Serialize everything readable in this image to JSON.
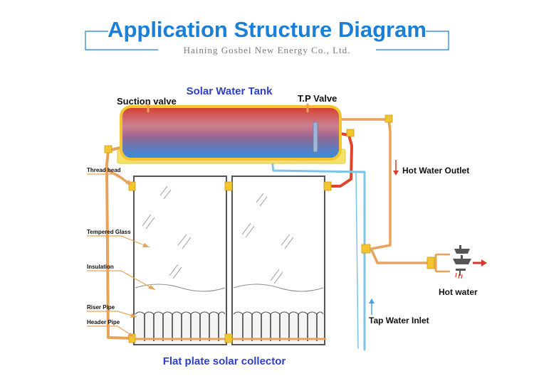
{
  "header": {
    "title": "Application Structure Diagram",
    "subtitle": "Haining Gosbel New Energy Co., Ltd."
  },
  "labels": {
    "tank": "Solar Water Tank",
    "suction_valve": "Suction valve",
    "tp_valve": "T.P Valve",
    "hot_water_outlet": "Hot Water Outlet",
    "hot_water": "Hot water",
    "tap_water_inlet": "Tap Water Inlet",
    "collector": "Flat plate solar collector",
    "thread_head": "Thread head",
    "tempered_glass": "Tempered Glass",
    "insulation": "Insulation",
    "riser_pipe": "Riser Pipe",
    "header_pipe": "Header Pipe"
  },
  "colors": {
    "title_blue": "#1a7fd6",
    "label_blue": "#2d3fc7",
    "pipe_copper": "#e8a35a",
    "pipe_hot": "#e0442a",
    "pipe_cold": "#7cc4e8",
    "fitting_gold": "#f3c531",
    "arrow_red": "#d63a2a",
    "arrow_blue": "#4aa0e0"
  }
}
